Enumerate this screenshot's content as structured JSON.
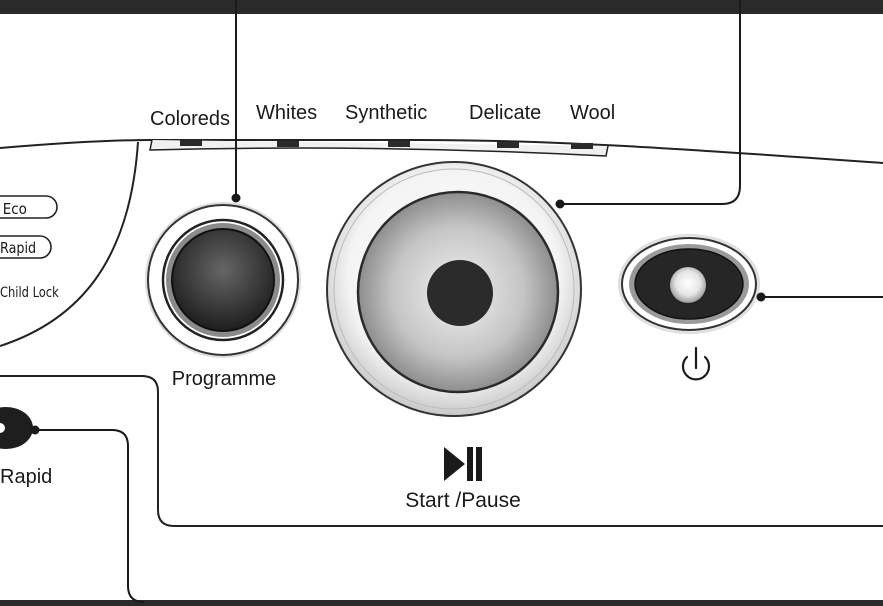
{
  "programmes": [
    "Coloreds",
    "Whites",
    "Synthetic",
    "Delicate",
    "Wool"
  ],
  "options": {
    "eco": "Eco",
    "rapid": "Rapid",
    "child_lock": "Child Lock"
  },
  "buttons": {
    "programme": "Programme",
    "start_pause": "Start /Pause",
    "rapid": "Rapid"
  },
  "icons": {
    "power": "power-icon",
    "play_pause": "play-pause-icon"
  }
}
